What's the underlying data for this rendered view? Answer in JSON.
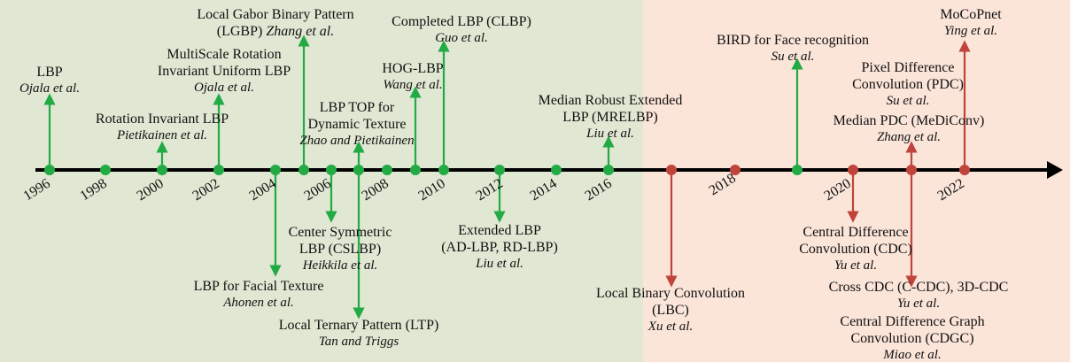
{
  "years": [
    "1996",
    "1998",
    "2000",
    "2002",
    "2004",
    "2006",
    "2008",
    "2010",
    "2012",
    "2014",
    "2016",
    "2018",
    "2020",
    "2022"
  ],
  "colors": {
    "lbp": "#22aa44",
    "cdc": "#c0443c",
    "axis": "#000000",
    "left_bg": "#e0e7d2",
    "right_bg": "#fbe4d8"
  },
  "labels": {
    "lbp": {
      "t1": "LBP",
      "a": "Ojala et al."
    },
    "rilbp": {
      "t1": "Rotation Invariant LBP",
      "a": "Pietikainen et al."
    },
    "msriulbp": {
      "t1": "MultiScale Rotation",
      "t2": "Invariant Uniform LBP",
      "a": "Ojala et al."
    },
    "lgbp": {
      "t1": "Local Gabor Binary Pattern",
      "t2": "(LGBP)",
      "a": "Zhang et al."
    },
    "lbptop": {
      "t1": "LBP TOP for",
      "t2": "Dynamic Texture",
      "a": "Zhao and Pietikainen"
    },
    "hoglbp": {
      "t1": "HOG-LBP",
      "a": "Wang et al."
    },
    "clbp": {
      "t1": "Completed LBP (CLBP)",
      "a": "Guo et al."
    },
    "mrelbp": {
      "t1": "Median Robust Extended",
      "t2": "LBP (MRELBP)",
      "a": "Liu et al."
    },
    "bird": {
      "t1": "BIRD for Face recognition",
      "a": "Su et al."
    },
    "pdc": {
      "t1": "Pixel Difference",
      "t2": "Convolution (PDC)",
      "a": "Su et al."
    },
    "medpdc": {
      "t1": "Median PDC (MeDiConv)",
      "a": "Zhang et al."
    },
    "mocopnet": {
      "t1": "MoCoPnet",
      "a": "Ying et al."
    },
    "cslbp": {
      "t1": "Center Symmetric",
      "t2": "LBP (CSLBP)",
      "a": "Heikkila et al."
    },
    "lbpface": {
      "t1": "LBP for Facial Texture",
      "a": "Ahonen et al."
    },
    "ltp": {
      "t1": "Local Ternary Pattern (LTP)",
      "a": "Tan and Triggs"
    },
    "extlbp": {
      "t1": "Extended LBP",
      "t2": "(AD-LBP, RD-LBP)",
      "a": "Liu et al."
    },
    "lbc": {
      "t1": "Local Binary Convolution",
      "t2": "(LBC)",
      "a": "Xu et al."
    },
    "cdc": {
      "t1": "Central Difference",
      "t2": "Convolution (CDC)",
      "a": "Yu et al."
    },
    "ccdc": {
      "t1": "Cross CDC (C-CDC), 3D-CDC",
      "a": "Yu et al."
    },
    "cdgc": {
      "t1": "Central Difference Graph",
      "t2": "Convolution (CDGC)",
      "a": "Miao et al."
    }
  }
}
